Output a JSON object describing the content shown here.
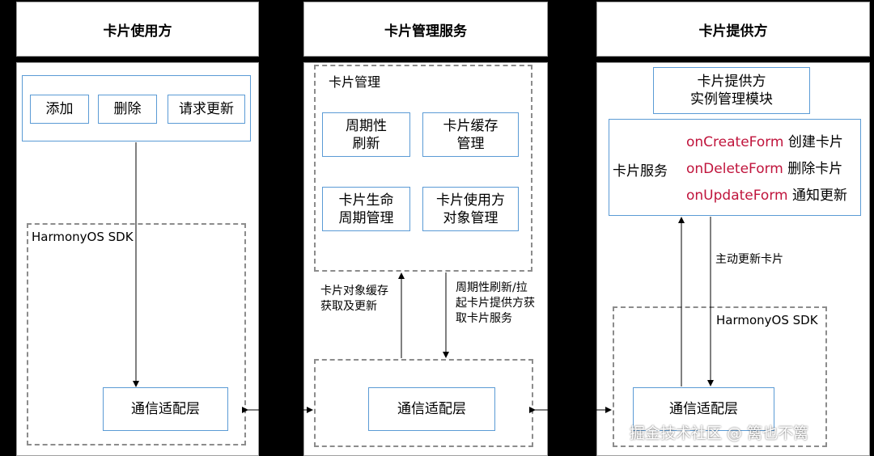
{
  "columns": {
    "user": {
      "title": "卡片使用方",
      "actions": [
        "添加",
        "删除",
        "请求更新"
      ],
      "sdk_label": "HarmonyOS SDK",
      "adapter": "通信适配层"
    },
    "manager": {
      "title": "卡片管理服务",
      "group_label": "卡片管理",
      "modules": [
        "周期性\n刷新",
        "卡片缓存\n管理",
        "卡片生命\n周期管理",
        "卡片使用方\n对象管理"
      ],
      "up_arrow_label": "卡片对象缓存\n获取及更新",
      "down_arrow_label": "周期性刷新/拉\n起卡片提供方获\n取卡片服务",
      "adapter": "通信适配层"
    },
    "provider": {
      "title": "卡片提供方",
      "instance_module": "卡片提供方\n实例管理模块",
      "service_label": "卡片服务",
      "callbacks": [
        {
          "method": "onCreateForm",
          "desc": "创建卡片"
        },
        {
          "method": "onDeleteForm",
          "desc": "删除卡片"
        },
        {
          "method": "onUpdateForm",
          "desc": "通知更新"
        }
      ],
      "update_label": "主动更新卡片",
      "sdk_label": "HarmonyOS SDK",
      "adapter": "通信适配层"
    }
  },
  "watermark": "掘金技术社区 @ 篱也不篱",
  "colors": {
    "background": "#000000",
    "panel": "#ffffff",
    "box_border": "#5b9bd5",
    "dashed_border": "#8c8c8c",
    "method_text": "#c0143c"
  }
}
